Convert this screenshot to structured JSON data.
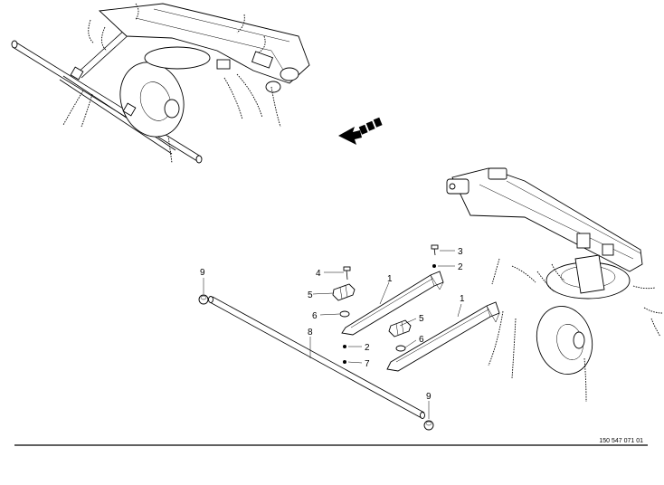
{
  "callouts": [
    {
      "id": "c9a",
      "label": "9"
    },
    {
      "id": "c4",
      "label": "4"
    },
    {
      "id": "c5a",
      "label": "5"
    },
    {
      "id": "c6a",
      "label": "6"
    },
    {
      "id": "c1a",
      "label": "1"
    },
    {
      "id": "c3",
      "label": "3"
    },
    {
      "id": "c2a",
      "label": "2"
    },
    {
      "id": "c1b",
      "label": "1"
    },
    {
      "id": "c5b",
      "label": "5"
    },
    {
      "id": "c6b",
      "label": "6"
    },
    {
      "id": "c8",
      "label": "8"
    },
    {
      "id": "c2b",
      "label": "2"
    },
    {
      "id": "c7",
      "label": "7"
    },
    {
      "id": "c9b",
      "label": "9"
    }
  ],
  "document_number": "150 547 071 01"
}
